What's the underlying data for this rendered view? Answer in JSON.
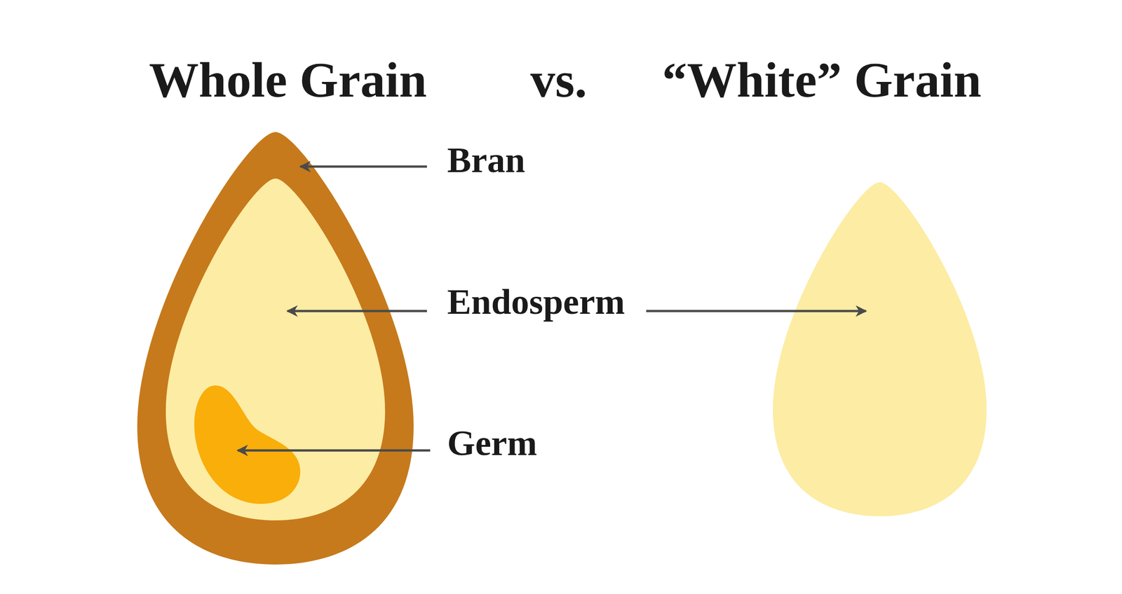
{
  "diagram": {
    "labels": [
      "Whole Grain",
      "vs.",
      "“White” Grain",
      "Bran",
      "Endosperm",
      "Germ",
      "Endosperm"
    ]
  }
}
